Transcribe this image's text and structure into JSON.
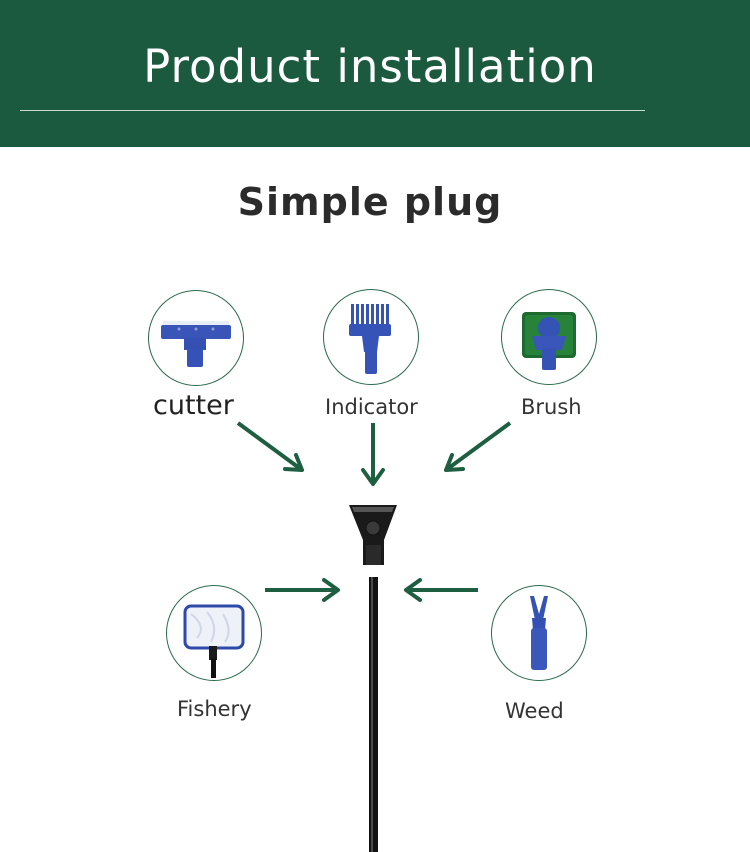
{
  "header": {
    "title": "Product installation"
  },
  "subtitle": "Simple plug",
  "attachments": {
    "cutter": "cutter",
    "indicator": "Indicator",
    "brush": "Brush",
    "fishery": "Fishery",
    "weed": "Weed"
  },
  "colors": {
    "banner": "#1b5a3e",
    "arrow": "#1e5e41",
    "part_blue": "#3552b5",
    "handle": "#111111"
  }
}
